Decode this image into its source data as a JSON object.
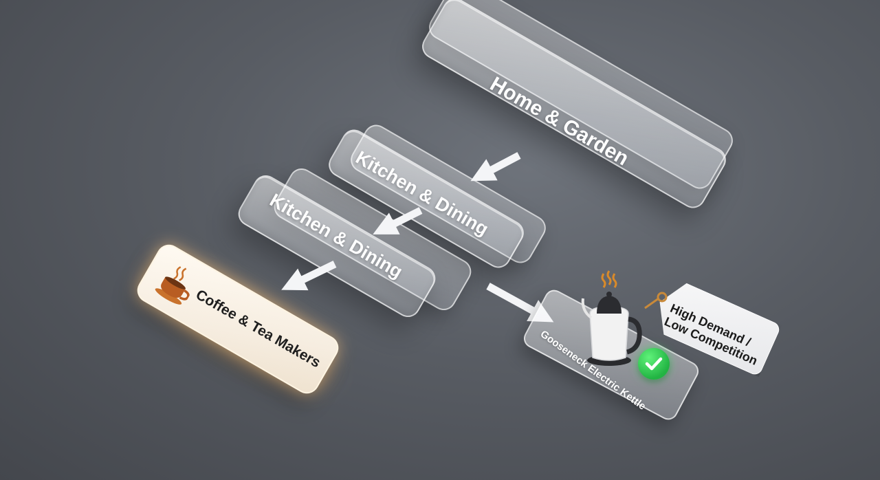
{
  "categories": {
    "top": "Home & Garden",
    "level2_upper": "Kitchen & Dining",
    "level2_lower": "Kitchen & Dining",
    "leaf": "Coffee & Tea Makers"
  },
  "product": {
    "name": "Gooseneck Electric Kettle",
    "tag_line1": "High Demand /",
    "tag_line2": "Low Competition"
  },
  "colors": {
    "background": "#585c63",
    "highlight_glow": "#ffc882",
    "check_green": "#22b443"
  },
  "icons": [
    "coffee-cup-icon",
    "kettle-icon",
    "check-icon",
    "tag-ring-icon",
    "arrow-icon"
  ]
}
